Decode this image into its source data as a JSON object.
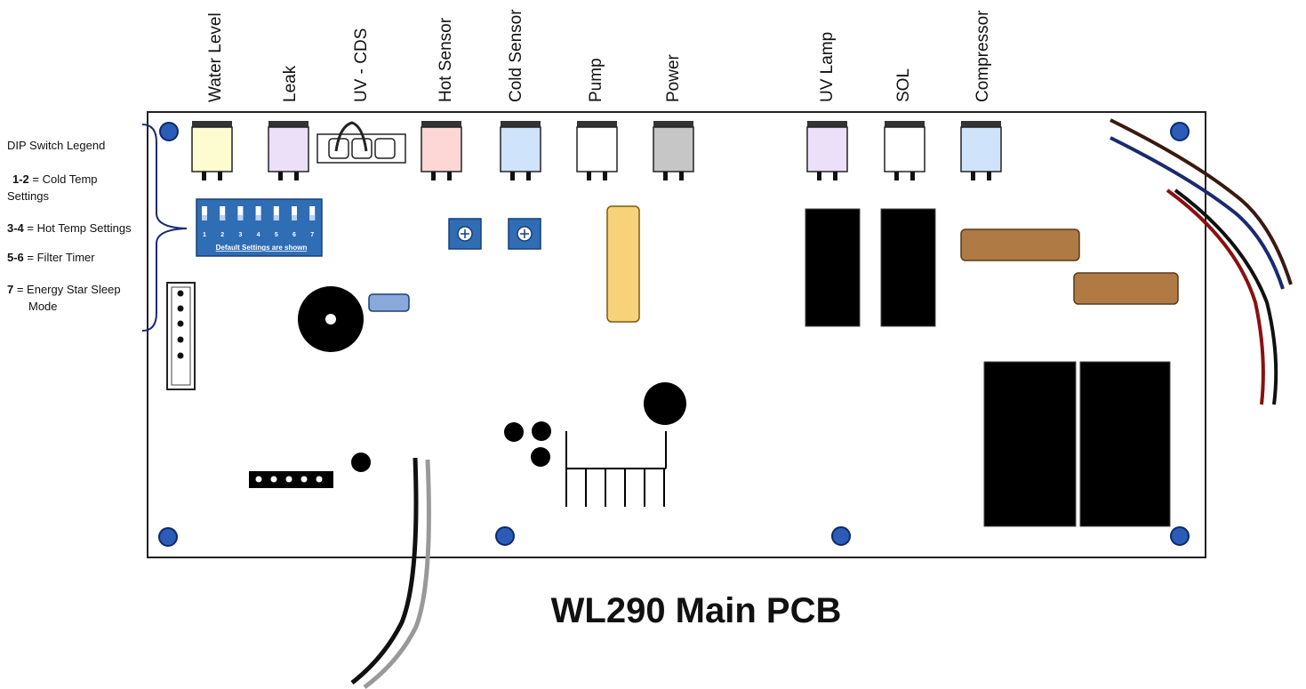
{
  "title": "WL290 Main PCB",
  "connectors": [
    {
      "label": "Water Level",
      "color": "#fdfbd0"
    },
    {
      "label": "Leak",
      "color": "#ebe0f8"
    },
    {
      "label": "UV - CDS",
      "color": "#ffffff"
    },
    {
      "label": "Hot Sensor",
      "color": "#fdd6d6"
    },
    {
      "label": "Cold Sensor",
      "color": "#cfe3fb"
    },
    {
      "label": "Pump",
      "color": "#ffffff"
    },
    {
      "label": "Power",
      "color": "#c6c6c6"
    },
    {
      "label": "UV Lamp",
      "color": "#ebe0f8"
    },
    {
      "label": "SOL",
      "color": "#ffffff"
    },
    {
      "label": "Compressor",
      "color": "#cfe3fb"
    }
  ],
  "legend": {
    "title": "DIP Switch Legend",
    "items": [
      {
        "key": "1-2",
        "text": " = Cold Temp",
        "text2": "Settings"
      },
      {
        "key": "3-4",
        "text": " = Hot Temp Settings",
        "text2": ""
      },
      {
        "key": "5-6",
        "text": " = Filter Timer",
        "text2": ""
      },
      {
        "key": "7",
        "text": " = Energy Star Sleep",
        "text2": "Mode"
      }
    ]
  },
  "dip_switch": {
    "numbers": [
      "1",
      "2",
      "3",
      "4",
      "5",
      "6",
      "7"
    ],
    "caption": "Default Settings are shown",
    "color": "#2f6db5"
  },
  "colors": {
    "board_border": "#222222",
    "mount_hole": "#2a5cb8",
    "relay": "#000000",
    "resistor": "#b07a45",
    "capacitor": "#f7d27a",
    "wire_brown": "#3a1a10",
    "wire_blue": "#1a2a6e",
    "wire_red": "#8a1010",
    "wire_black": "#111111",
    "wire_gray": "#999999"
  }
}
